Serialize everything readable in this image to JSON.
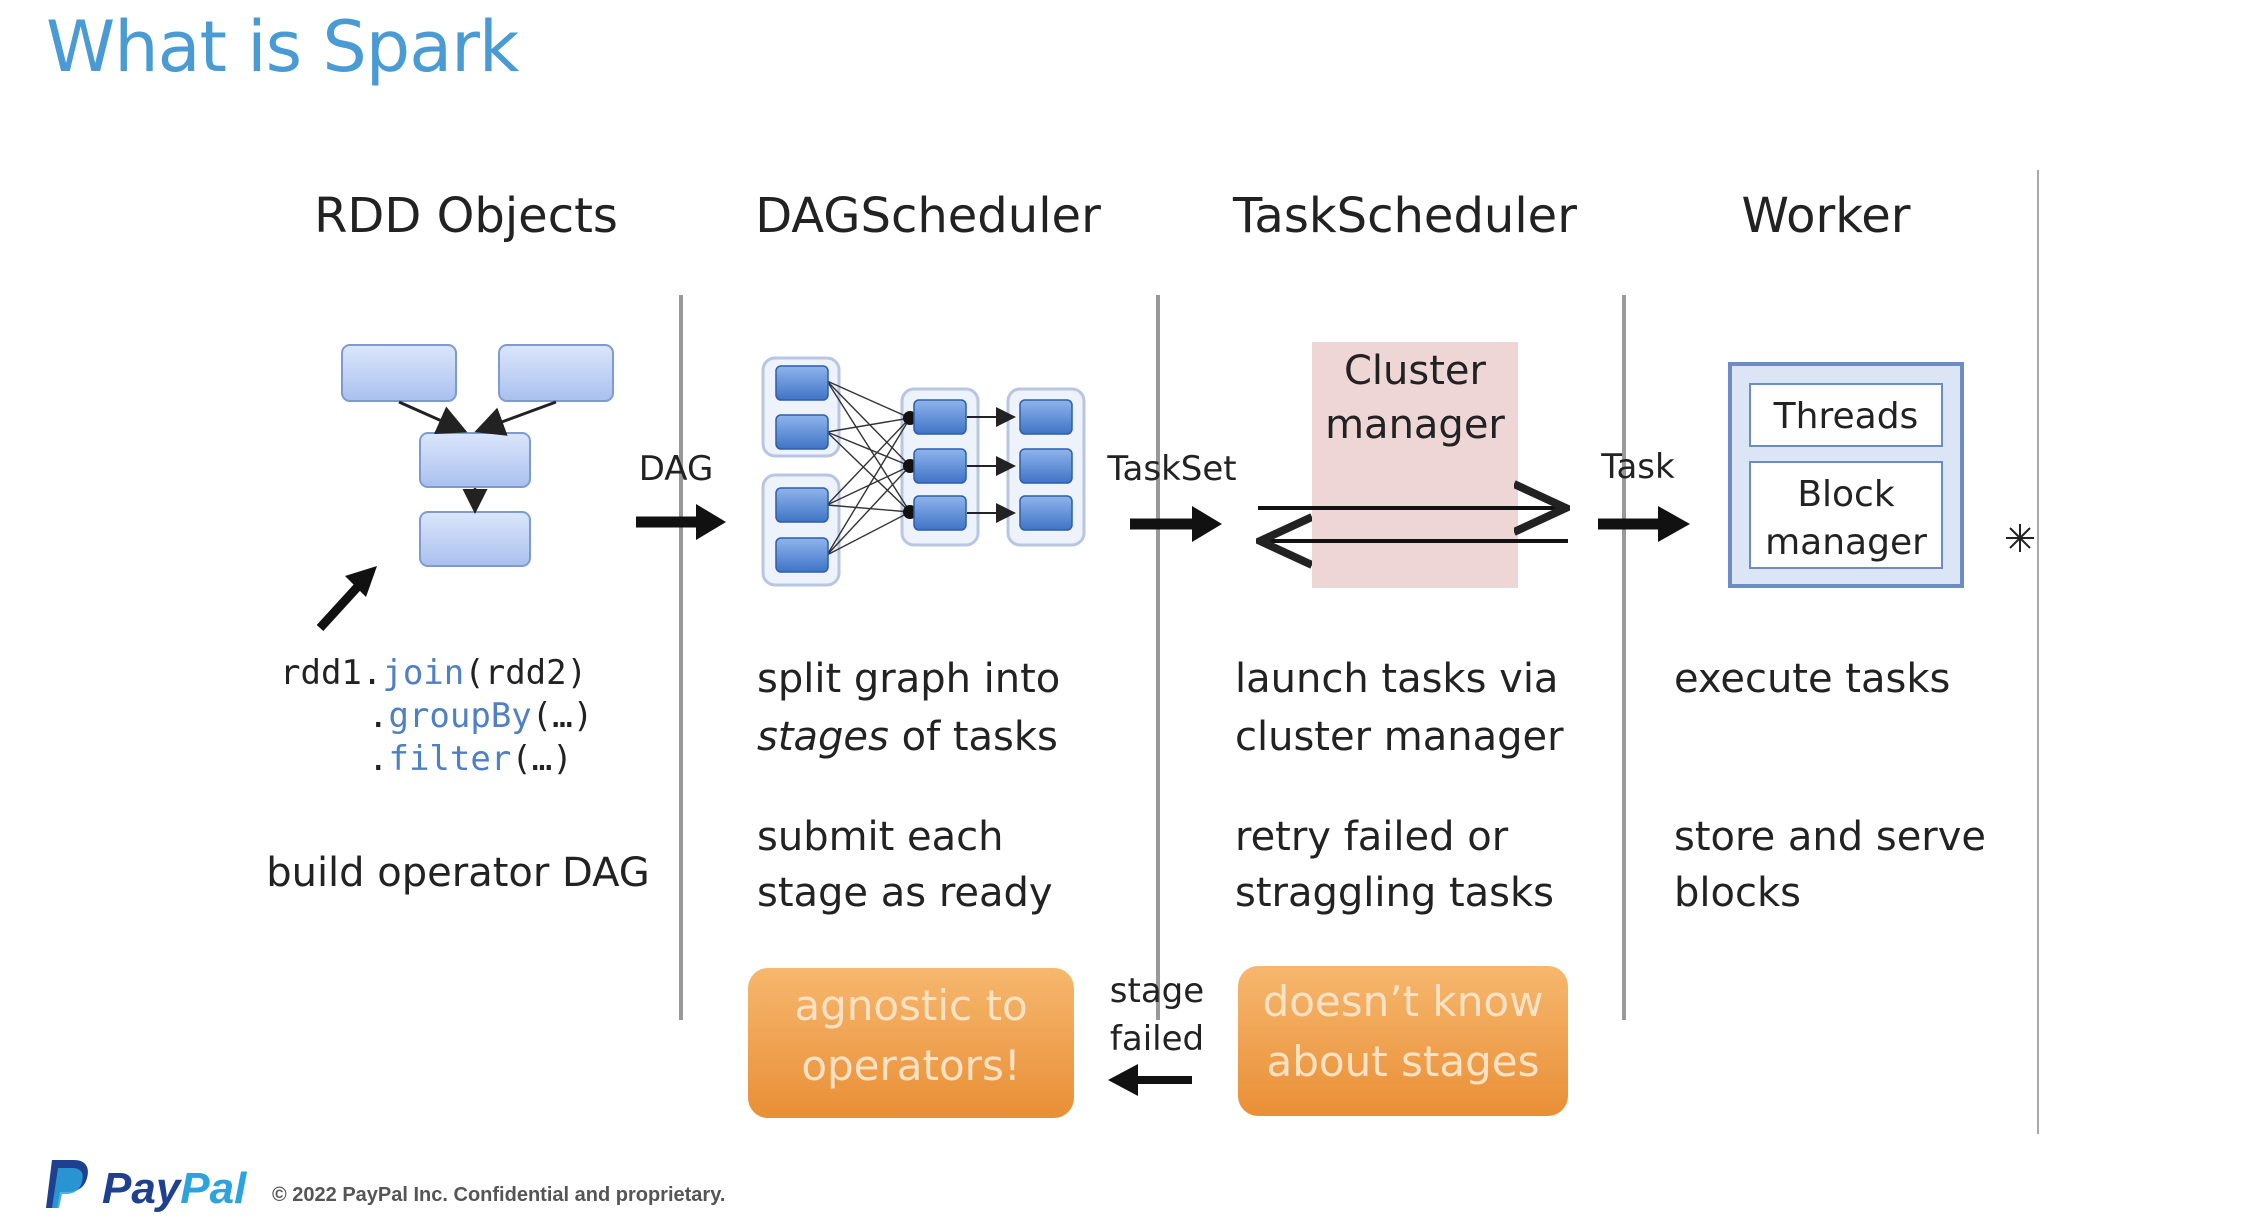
{
  "slide": {
    "title": "What is Spark"
  },
  "columns": {
    "rdd": "RDD Objects",
    "dag": "DAGScheduler",
    "task": "TaskScheduler",
    "worker": "Worker"
  },
  "arrows": {
    "dag": "DAG",
    "taskset": "TaskSet",
    "task": "Task",
    "stage_failed_1": "stage",
    "stage_failed_2": "failed"
  },
  "cluster_manager": [
    "Cluster",
    "manager"
  ],
  "worker_box": {
    "threads": "Threads",
    "block_manager": [
      "Block",
      "manager"
    ]
  },
  "code": {
    "line1_obj": "rdd1.",
    "line1_fn": "join",
    "line1_arg": "(rdd2)",
    "line2_dot": ".",
    "line2_fn": "groupBy",
    "line2_arg": "(…)",
    "line3_dot": ".",
    "line3_fn": "filter",
    "line3_arg": "(…)"
  },
  "descriptions": {
    "rdd": "build operator DAG",
    "dag_1a": "split graph into",
    "dag_1b_em": "stages",
    "dag_1b_rest": " of tasks",
    "dag_2a": "submit each",
    "dag_2b": "stage as ready",
    "task_1a": "launch tasks via",
    "task_1b": "cluster manager",
    "task_2a": "retry failed or",
    "task_2b": "straggling tasks",
    "worker_1": "execute tasks",
    "worker_2a": "store and serve",
    "worker_2b": "blocks"
  },
  "callouts": {
    "dag": [
      "agnostic to",
      "operators!"
    ],
    "task": [
      "doesn’t know",
      "about stages"
    ]
  },
  "footer": {
    "brand_a": "Pay",
    "brand_b": "Pal",
    "copyright": "© 2022 PayPal Inc. Confidential and proprietary."
  },
  "colors": {
    "title": "#4a9bd4",
    "node_fill": "#b8cdf2",
    "node_stroke": "#7f9ad0",
    "dag_node": "#5b8ed6",
    "cluster_bg": "#efd6d6",
    "callout": "#f0a050",
    "divider": "#999999"
  }
}
